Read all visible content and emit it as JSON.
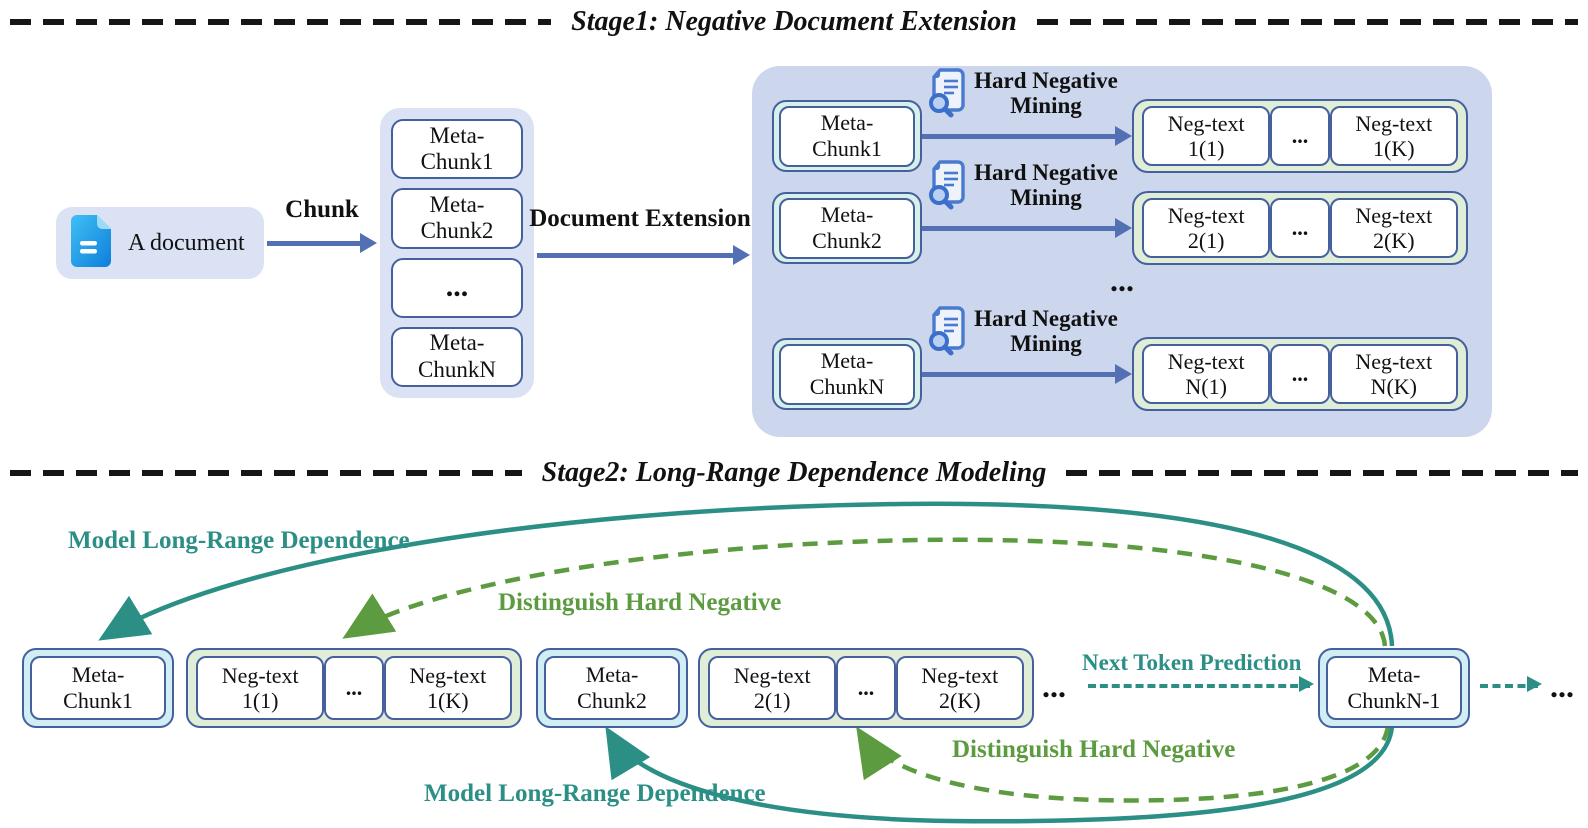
{
  "colors": {
    "arrow_blue": "#5470b4",
    "box_border_blue": "#44619e",
    "panel_lavender": "#ccd6ec",
    "card_lavender": "#dae2f4",
    "mint_chunk_fill": "#d7f0ea",
    "cyan_chunk_fill": "#d2edf4",
    "green_group_fill": "#e0edd7",
    "teal_accent": "#2b8f86",
    "green_accent": "#5d9b40",
    "doc_icon_blue": "#1b8fe0"
  },
  "icons": {
    "document": "document-icon",
    "mining": "document-search-icon"
  },
  "stage1": {
    "title": "Stage1: Negative Document Extension",
    "document_label": "A document",
    "chunk_arrow_label": "Chunk",
    "extension_arrow_label": "Document Extension",
    "stack": [
      {
        "l1": "Meta-",
        "l2": "Chunk1"
      },
      {
        "l1": "Meta-",
        "l2": "Chunk2"
      },
      {
        "l1": "..."
      },
      {
        "l1": "Meta-",
        "l2": "ChunkN"
      }
    ],
    "mining_label": {
      "l1": "Hard Negative",
      "l2": "Mining"
    },
    "rows": [
      {
        "chunk_l1": "Meta-",
        "chunk_l2": "Chunk1",
        "neg_first_l1": "Neg-text",
        "neg_first_l2": "1(1)",
        "dots": "...",
        "neg_last_l1": "Neg-text",
        "neg_last_l2": "1(K)"
      },
      {
        "chunk_l1": "Meta-",
        "chunk_l2": "Chunk2",
        "neg_first_l1": "Neg-text",
        "neg_first_l2": "2(1)",
        "dots": "...",
        "neg_last_l1": "Neg-text",
        "neg_last_l2": "2(K)"
      },
      {
        "chunk_l1": "Meta-",
        "chunk_l2": "ChunkN",
        "neg_first_l1": "Neg-text",
        "neg_first_l2": "N(1)",
        "dots": "...",
        "neg_last_l1": "Neg-text",
        "neg_last_l2": "N(K)"
      }
    ],
    "rows_ellipsis": "..."
  },
  "stage2": {
    "title": "Stage2: Long-Range Dependence Modeling",
    "model_dependence_top": "Model Long-Range Dependence",
    "distinguish_top": "Distinguish Hard Negative",
    "next_token": "Next Token Prediction",
    "distinguish_bottom": "Distinguish Hard Negative",
    "model_dependence_bottom": "Model Long-Range Dependence",
    "chunk1": {
      "l1": "Meta-",
      "l2": "Chunk1"
    },
    "group1": {
      "first_l1": "Neg-text",
      "first_l2": "1(1)",
      "dots": "...",
      "last_l1": "Neg-text",
      "last_l2": "1(K)"
    },
    "chunk2": {
      "l1": "Meta-",
      "l2": "Chunk2"
    },
    "group2": {
      "first_l1": "Neg-text",
      "first_l2": "2(1)",
      "dots": "...",
      "last_l1": "Neg-text",
      "last_l2": "2(K)"
    },
    "ellipsis_mid": "...",
    "chunkN1": {
      "l1": "Meta-",
      "l2": "ChunkN-1"
    },
    "ellipsis_end": "..."
  }
}
